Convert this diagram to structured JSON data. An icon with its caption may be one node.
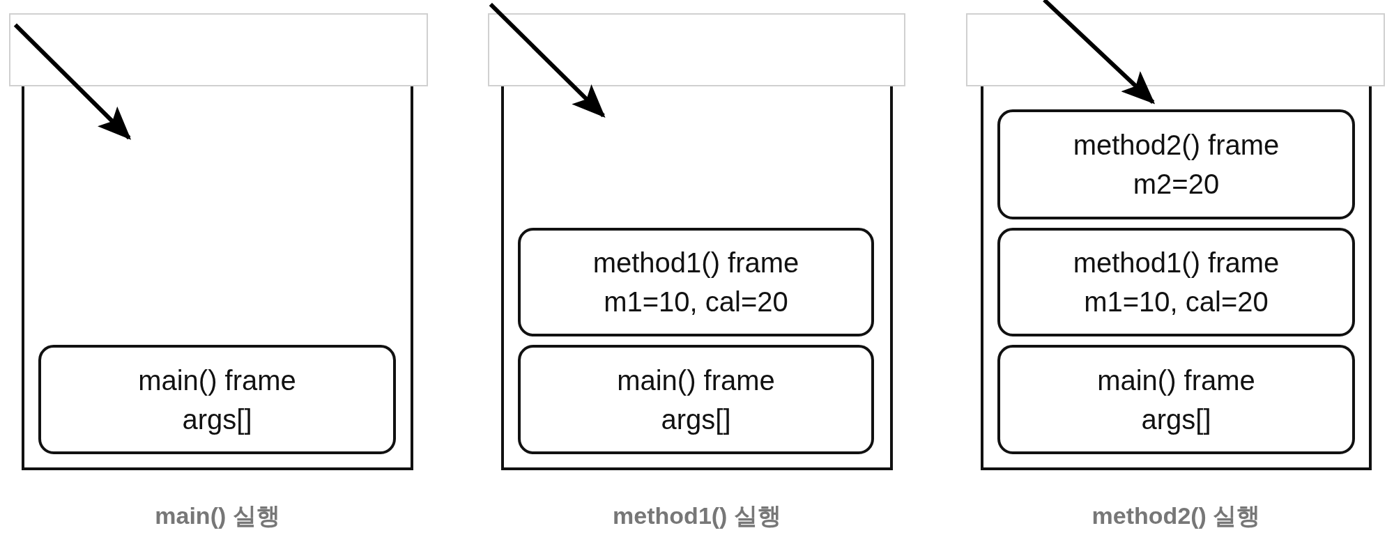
{
  "diagram": {
    "nodes": [
      {
        "text": [],
        "shape": "box"
      },
      {
        "text": [],
        "shape": "container",
        "beside": [
          "main() 실행"
        ]
      },
      {
        "text": [
          "main() frame",
          "args[]"
        ],
        "in": 1
      },
      {
        "text": [],
        "shape": "box"
      },
      {
        "text": [],
        "shape": "container",
        "beside": [
          "method1() 실행"
        ]
      },
      {
        "text": [
          "method1() frame",
          "m1=10, cal=20"
        ],
        "in": 4
      },
      {
        "text": [
          "main() frame",
          "args[]"
        ],
        "in": 4
      },
      {
        "text": [],
        "shape": "box"
      },
      {
        "text": [],
        "shape": "container",
        "beside": [
          "method2() 실행"
        ]
      },
      {
        "text": [
          "method2() frame",
          "m2=20"
        ],
        "in": 8
      },
      {
        "text": [
          "method1() frame",
          "m1=10, cal=20"
        ],
        "in": 8
      },
      {
        "text": [
          "main() frame",
          "args[]"
        ],
        "in": 8
      }
    ],
    "edges": [
      {
        "from": 0,
        "to": 1,
        "arrow": "to"
      },
      {
        "from": 3,
        "to": 4,
        "arrow": "to"
      },
      {
        "from": 7,
        "to": 9,
        "arrow": "to"
      }
    ]
  }
}
